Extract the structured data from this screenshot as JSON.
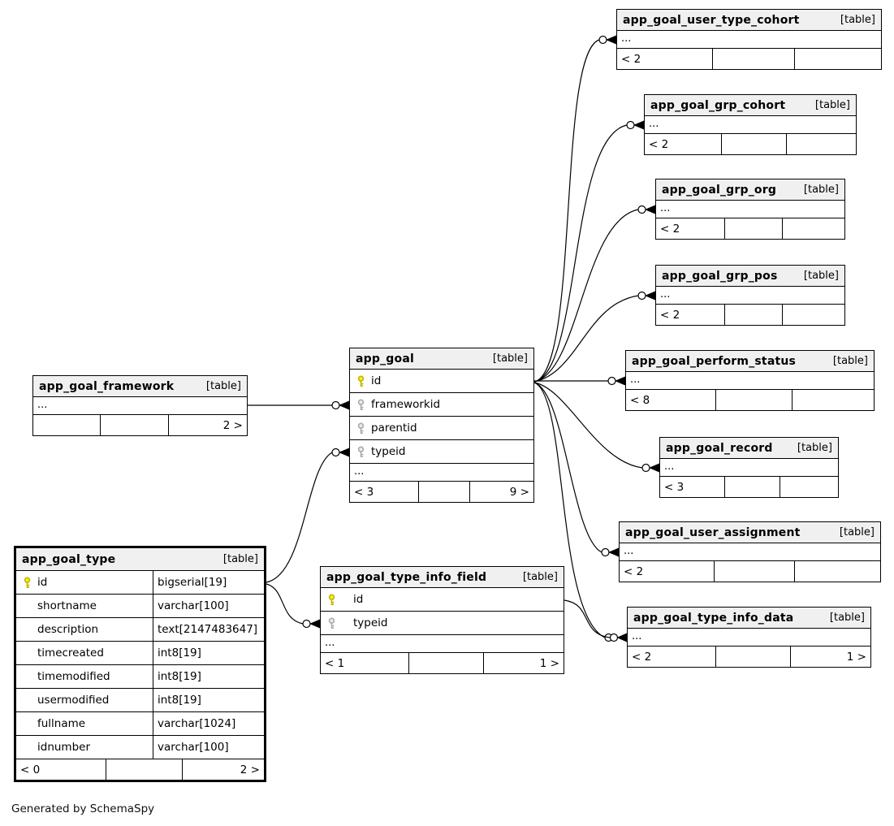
{
  "diagram": {
    "footer_note": "Generated by SchemaSpy",
    "table_tag": "[table]",
    "ellipsis": "...",
    "colors": {
      "background": "#ffffff",
      "header_bg": "#f0f0f0",
      "border": "#000000",
      "primary_key_icon": "#e6d800",
      "foreign_key_icon": "#c0c0c0"
    },
    "tables": {
      "app_goal_user_type_cohort": {
        "title": "app_goal_user_type_cohort",
        "footer": [
          "< 2",
          "",
          ""
        ]
      },
      "app_goal_grp_cohort": {
        "title": "app_goal_grp_cohort",
        "footer": [
          "< 2",
          "",
          ""
        ]
      },
      "app_goal_grp_org": {
        "title": "app_goal_grp_org",
        "footer": [
          "< 2",
          "",
          ""
        ]
      },
      "app_goal_grp_pos": {
        "title": "app_goal_grp_pos",
        "footer": [
          "< 2",
          "",
          ""
        ]
      },
      "app_goal_perform_status": {
        "title": "app_goal_perform_status",
        "footer": [
          "< 8",
          "",
          ""
        ]
      },
      "app_goal_record": {
        "title": "app_goal_record",
        "footer": [
          "< 3",
          "",
          ""
        ]
      },
      "app_goal_user_assignment": {
        "title": "app_goal_user_assignment",
        "footer": [
          "< 2",
          "",
          ""
        ]
      },
      "app_goal_type_info_data": {
        "title": "app_goal_type_info_data",
        "footer": [
          "< 2",
          "",
          "1 >"
        ]
      },
      "app_goal": {
        "title": "app_goal",
        "fields": [
          {
            "name": "id",
            "key": "primary"
          },
          {
            "name": "frameworkid",
            "key": "foreign"
          },
          {
            "name": "parentid",
            "key": "foreign"
          },
          {
            "name": "typeid",
            "key": "foreign"
          }
        ],
        "footer": [
          "< 3",
          "",
          "9 >"
        ]
      },
      "app_goal_framework": {
        "title": "app_goal_framework",
        "footer": [
          "",
          "",
          "2 >"
        ]
      },
      "app_goal_type": {
        "title": "app_goal_type",
        "fields": [
          {
            "name": "id",
            "type": "bigserial[19]",
            "key": "primary"
          },
          {
            "name": "shortname",
            "type": "varchar[100]"
          },
          {
            "name": "description",
            "type": "text[2147483647]"
          },
          {
            "name": "timecreated",
            "type": "int8[19]"
          },
          {
            "name": "timemodified",
            "type": "int8[19]"
          },
          {
            "name": "usermodified",
            "type": "int8[19]"
          },
          {
            "name": "fullname",
            "type": "varchar[1024]"
          },
          {
            "name": "idnumber",
            "type": "varchar[100]"
          }
        ],
        "footer": [
          "< 0",
          "",
          "2 >"
        ]
      },
      "app_goal_type_info_field": {
        "title": "app_goal_type_info_field",
        "fields": [
          {
            "name": "id",
            "key": "primary"
          },
          {
            "name": "typeid",
            "key": "foreign"
          }
        ],
        "footer": [
          "< 1",
          "",
          "1 >"
        ]
      }
    }
  }
}
